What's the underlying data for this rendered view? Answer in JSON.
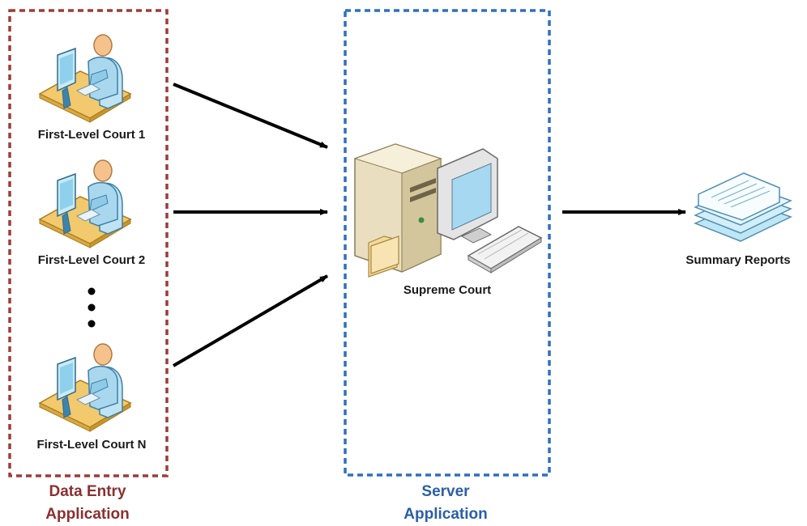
{
  "diagram": {
    "groups": {
      "data_entry": {
        "line1": "Data Entry",
        "line2": "Application",
        "border_color": "#a03a3a",
        "text_color": "#8b2f2f"
      },
      "server": {
        "line1": "Server",
        "line2": "Application",
        "border_color": "#2f6fc4",
        "text_color": "#2a5fa8"
      }
    },
    "clients": [
      {
        "label": "First-Level Court 1",
        "icon": "workstation-user-icon"
      },
      {
        "label": "First-Level Court 2",
        "icon": "workstation-user-icon"
      },
      {
        "label": "First-Level Court N",
        "icon": "workstation-user-icon"
      }
    ],
    "ellipsis_icon": "vertical-ellipsis-icon",
    "server_node": {
      "label": "Supreme Court",
      "icon": "server-computer-icon"
    },
    "output": {
      "label": "Summary Reports",
      "icon": "document-stack-icon"
    }
  }
}
